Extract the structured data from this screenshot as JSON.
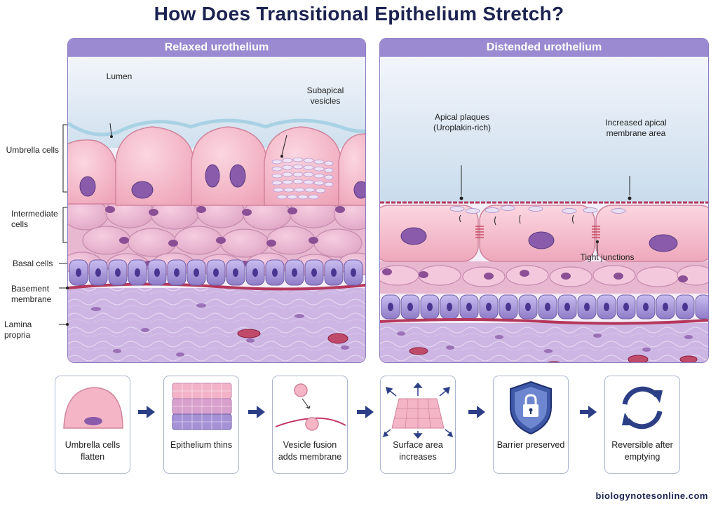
{
  "title": "How Does Transitional Epithelium Stretch?",
  "panels": {
    "relaxed": {
      "header": "Relaxed urothelium",
      "labels": {
        "lumen": "Lumen",
        "subapical_vesicles": "Subapical vesicles"
      }
    },
    "distended": {
      "header": "Distended urothelium",
      "labels": {
        "apical_plaques": "Apical plaques (Uroplakin-rich)",
        "increased_area": "Increased apical membrane area",
        "tight_junctions": "Tight junctions"
      }
    }
  },
  "layers": {
    "umbrella": "Umbrella cells",
    "intermediate": "Intermediate cells",
    "basal": "Basal cells",
    "basement": "Basement membrane",
    "lamina": "Lamina propria"
  },
  "steps": [
    {
      "label": "Umbrella cells flatten",
      "icon": "umbrella-cell-icon"
    },
    {
      "label": "Epithelium thins",
      "icon": "epithelium-layers-icon"
    },
    {
      "label": "Vesicle fusion adds membrane",
      "icon": "vesicle-fusion-icon"
    },
    {
      "label": "Surface area increases",
      "icon": "expanding-surface-icon"
    },
    {
      "label": "Barrier preserved",
      "icon": "shield-lock-icon"
    },
    {
      "label": "Reversible after emptying",
      "icon": "refresh-cycle-icon"
    }
  ],
  "footer": "biologynotesonline.com",
  "colors": {
    "title": "#1c2350",
    "panel_header": "#9b8ad1",
    "arrow": "#2c3f86",
    "umbrella_cell": "#f4b6c6",
    "basal_cell": "#a592d6"
  }
}
